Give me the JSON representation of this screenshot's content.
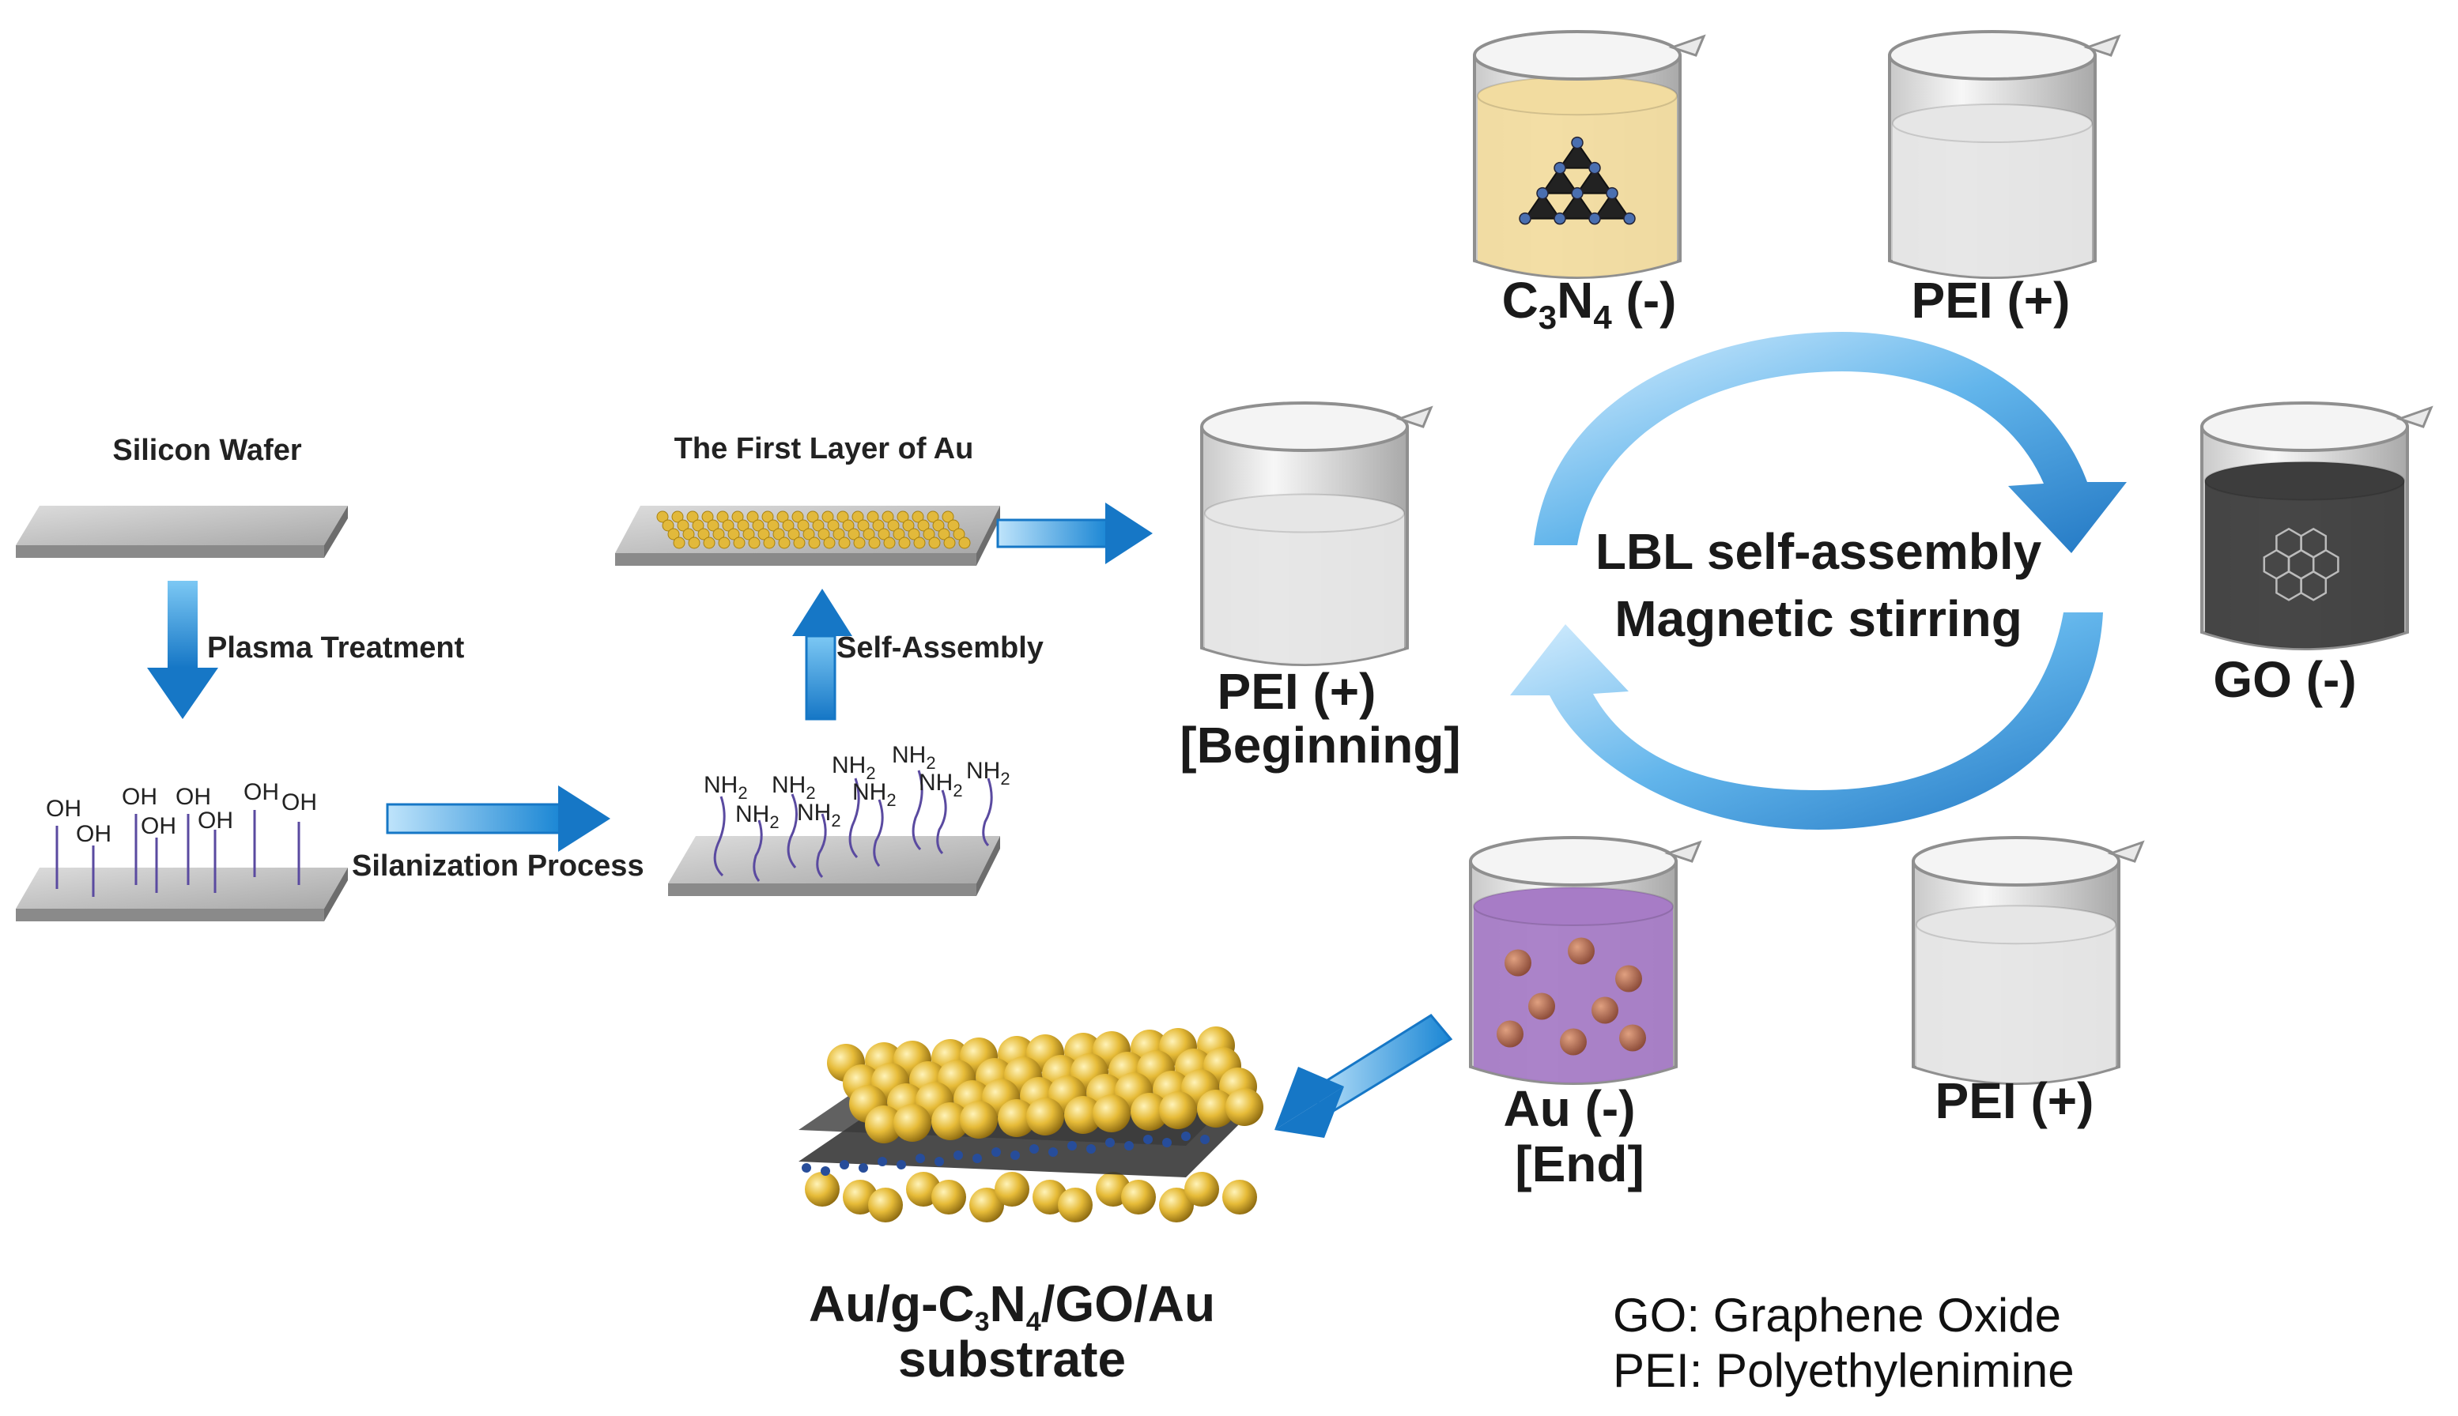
{
  "steps": {
    "silicon_wafer": "Silicon Wafer",
    "plasma_treatment": "Plasma  Treatment",
    "silanization": "Silanization  Process",
    "self_assembly": "Self-Assembly",
    "first_layer": "The First Layer of Au"
  },
  "groups": {
    "oh": "OH",
    "nh2_main": "NH",
    "nh2_sub": "2"
  },
  "beakers": {
    "pei_begin_line1": "PEI (+)",
    "pei_begin_line2": "[Beginning]",
    "c3n4_c": "C",
    "c3n4_3": "3",
    "c3n4_n": "N",
    "c3n4_4": "4",
    "c3n4_charge": " (-)",
    "pei_top": "PEI (+)",
    "go": "GO (-)",
    "pei_bottom": "PEI (+)",
    "au_line1": "Au (-)",
    "au_line2": "[End]"
  },
  "cycle": {
    "line1": "LBL self-assembly",
    "line2": "Magnetic stirring"
  },
  "substrate": {
    "part1": "Au/g-C",
    "sub3": "3",
    "part2": "N",
    "sub4": "4",
    "part3": "/GO/Au",
    "line2": "substrate"
  },
  "legend": {
    "go": "GO: Graphene Oxide",
    "pei": "PEI: Polyethylenimine"
  },
  "colors": {
    "arrow_blue": "#1e8fd8",
    "c3n4_liquid": "#f2dca0",
    "pei_liquid": "#e6e6e6",
    "go_liquid": "#3d3d3d",
    "au_liquid": "#a77cc6",
    "gold": "#e2b93b"
  }
}
